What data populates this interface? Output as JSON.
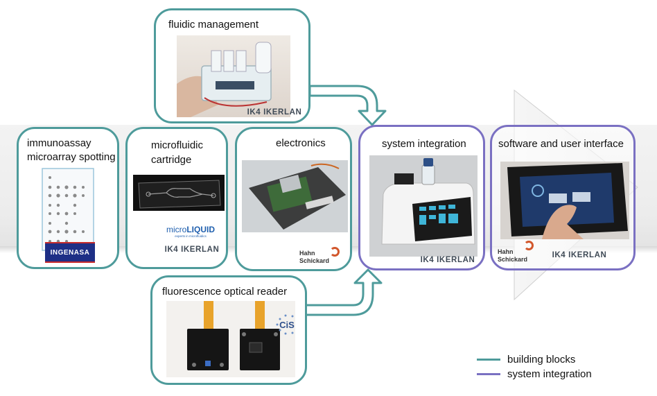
{
  "blocks": {
    "fluidic": {
      "title": "fluidic management",
      "logo": "IK4 IKERLAN"
    },
    "immuno": {
      "title_line1": "immunoassay",
      "title_line2": "microarray spotting",
      "logo": "INGENASA"
    },
    "cartridge": {
      "title_line1": "microfluidic",
      "title_line2": "cartridge",
      "logo_a_main": "micro",
      "logo_a_bold": "LIQUID",
      "logo_a_sub": "experts in microfluidics",
      "logo_b": "IK4 IKERLAN"
    },
    "electronics": {
      "title": "electronics",
      "logo_line1": "Hahn",
      "logo_line2": "Schickard"
    },
    "system": {
      "title": "system integration",
      "logo": "IK4 IKERLAN"
    },
    "software": {
      "title": "software and user interface",
      "logo_a_line1": "Hahn",
      "logo_a_line2": "Schickard",
      "logo_b": "IK4 IKERLAN"
    },
    "optical": {
      "title": "fluorescence optical reader",
      "logo": "CiS"
    }
  },
  "legend": {
    "items": [
      {
        "label": "building blocks",
        "color": "#4e9b9b"
      },
      {
        "label": "system integration",
        "color": "#7a70c2"
      }
    ]
  },
  "colors": {
    "block_border": "#4e9b9b",
    "system_border": "#7a70c2"
  }
}
